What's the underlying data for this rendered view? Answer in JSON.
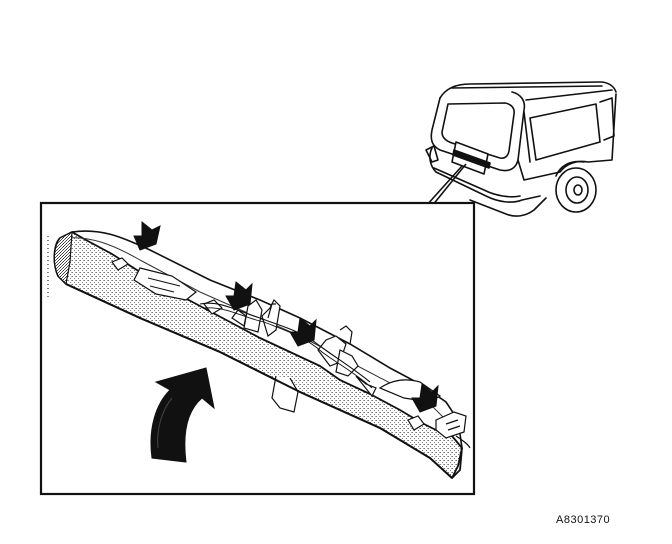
{
  "figure_code": "A8301370",
  "colors": {
    "ink": "#111111",
    "paper": "#ffffff",
    "stipple": "#9a9a9a"
  },
  "elements": {
    "callout_arrows": 4,
    "rotation_arrow": "rotate-up",
    "vehicle_view": "rear-three-quarter"
  }
}
